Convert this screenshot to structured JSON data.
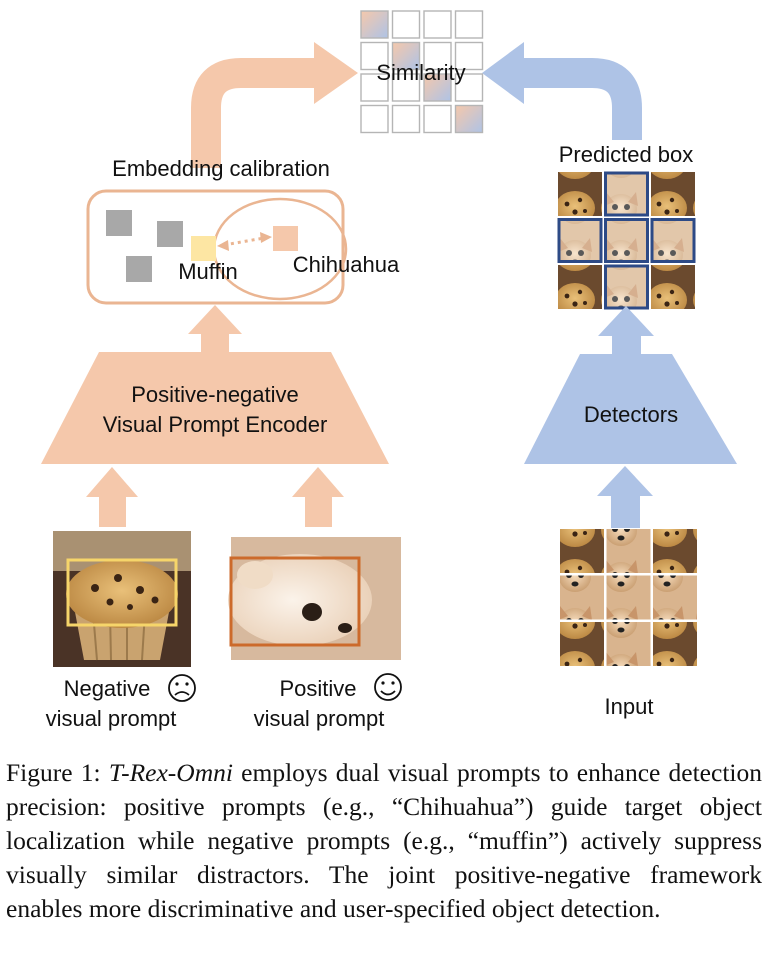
{
  "labels": {
    "similarity": "Similarity",
    "embedding_calibration": "Embedding calibration",
    "muffin": "Muffin",
    "chihuahua": "Chihuahua",
    "encoder_line1": "Positive-negative",
    "encoder_line2": "Visual Prompt Encoder",
    "predicted_box": "Predicted box",
    "detectors": "Detectors",
    "negative_line1": "Negative",
    "negative_line2": "visual prompt",
    "positive_line1": "Positive",
    "positive_line2": "visual prompt",
    "input": "Input"
  },
  "colors": {
    "orange": "#f5c8ab",
    "orange_border": "#eab592",
    "blue": "#aec3e6",
    "dark_blue": "#2d4a86",
    "muffin_yellow": "#fde6a3",
    "gray_square": "#a8a8a8"
  },
  "caption": {
    "figure_label": "Figure 1:",
    "model_name": "T-Rex-Omni",
    "text": "employs dual visual prompts to enhance detection precision: positive prompts (e.g., “Chihuahua”) guide target object localization while negative prompts (e.g., “muffin”) actively suppress visually similar distractors. The joint positive-negative framework enables more discriminative and user-specified object detection."
  }
}
